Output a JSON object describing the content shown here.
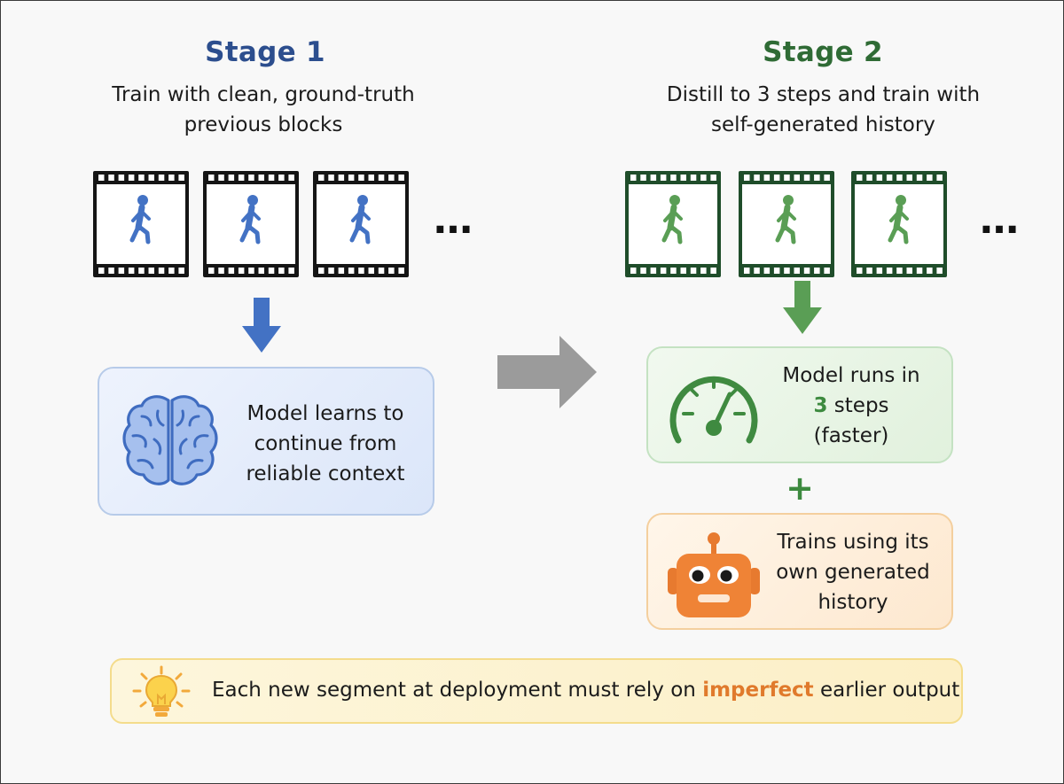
{
  "stage1": {
    "title": "Stage 1",
    "subtitle_line1": "Train with clean, ground-truth",
    "subtitle_line2": "previous blocks",
    "ellipsis": "…",
    "box_text_line1": "Model learns to",
    "box_text_line2": "continue from",
    "box_text_line3": "reliable context",
    "color": "#2c4e8e",
    "accent": "#4372c4"
  },
  "stage2": {
    "title": "Stage 2",
    "subtitle_line1": "Distill to 3 steps and train with",
    "subtitle_line2": "self-generated history",
    "ellipsis": "…",
    "speed_box": {
      "line1": "Model runs in",
      "steps_number": "3",
      "steps_word": " steps",
      "line3": "(faster)"
    },
    "plus": "+",
    "robot_box": {
      "line1": "Trains using its",
      "line2": "own generated",
      "line3": "history"
    },
    "color": "#2f6b35",
    "accent": "#5a9e55"
  },
  "footer": {
    "text_before": "Each new segment at deployment must rely on ",
    "highlight": "imperfect",
    "text_after": " earlier output"
  },
  "icons": {
    "film_strip": "film-strip-icon",
    "walking_person": "walking-person-icon",
    "arrow_down": "arrow-down-icon",
    "arrow_right": "arrow-right-icon",
    "brain": "brain-icon",
    "speedometer": "speedometer-icon",
    "robot": "robot-icon",
    "lightbulb": "lightbulb-icon"
  }
}
